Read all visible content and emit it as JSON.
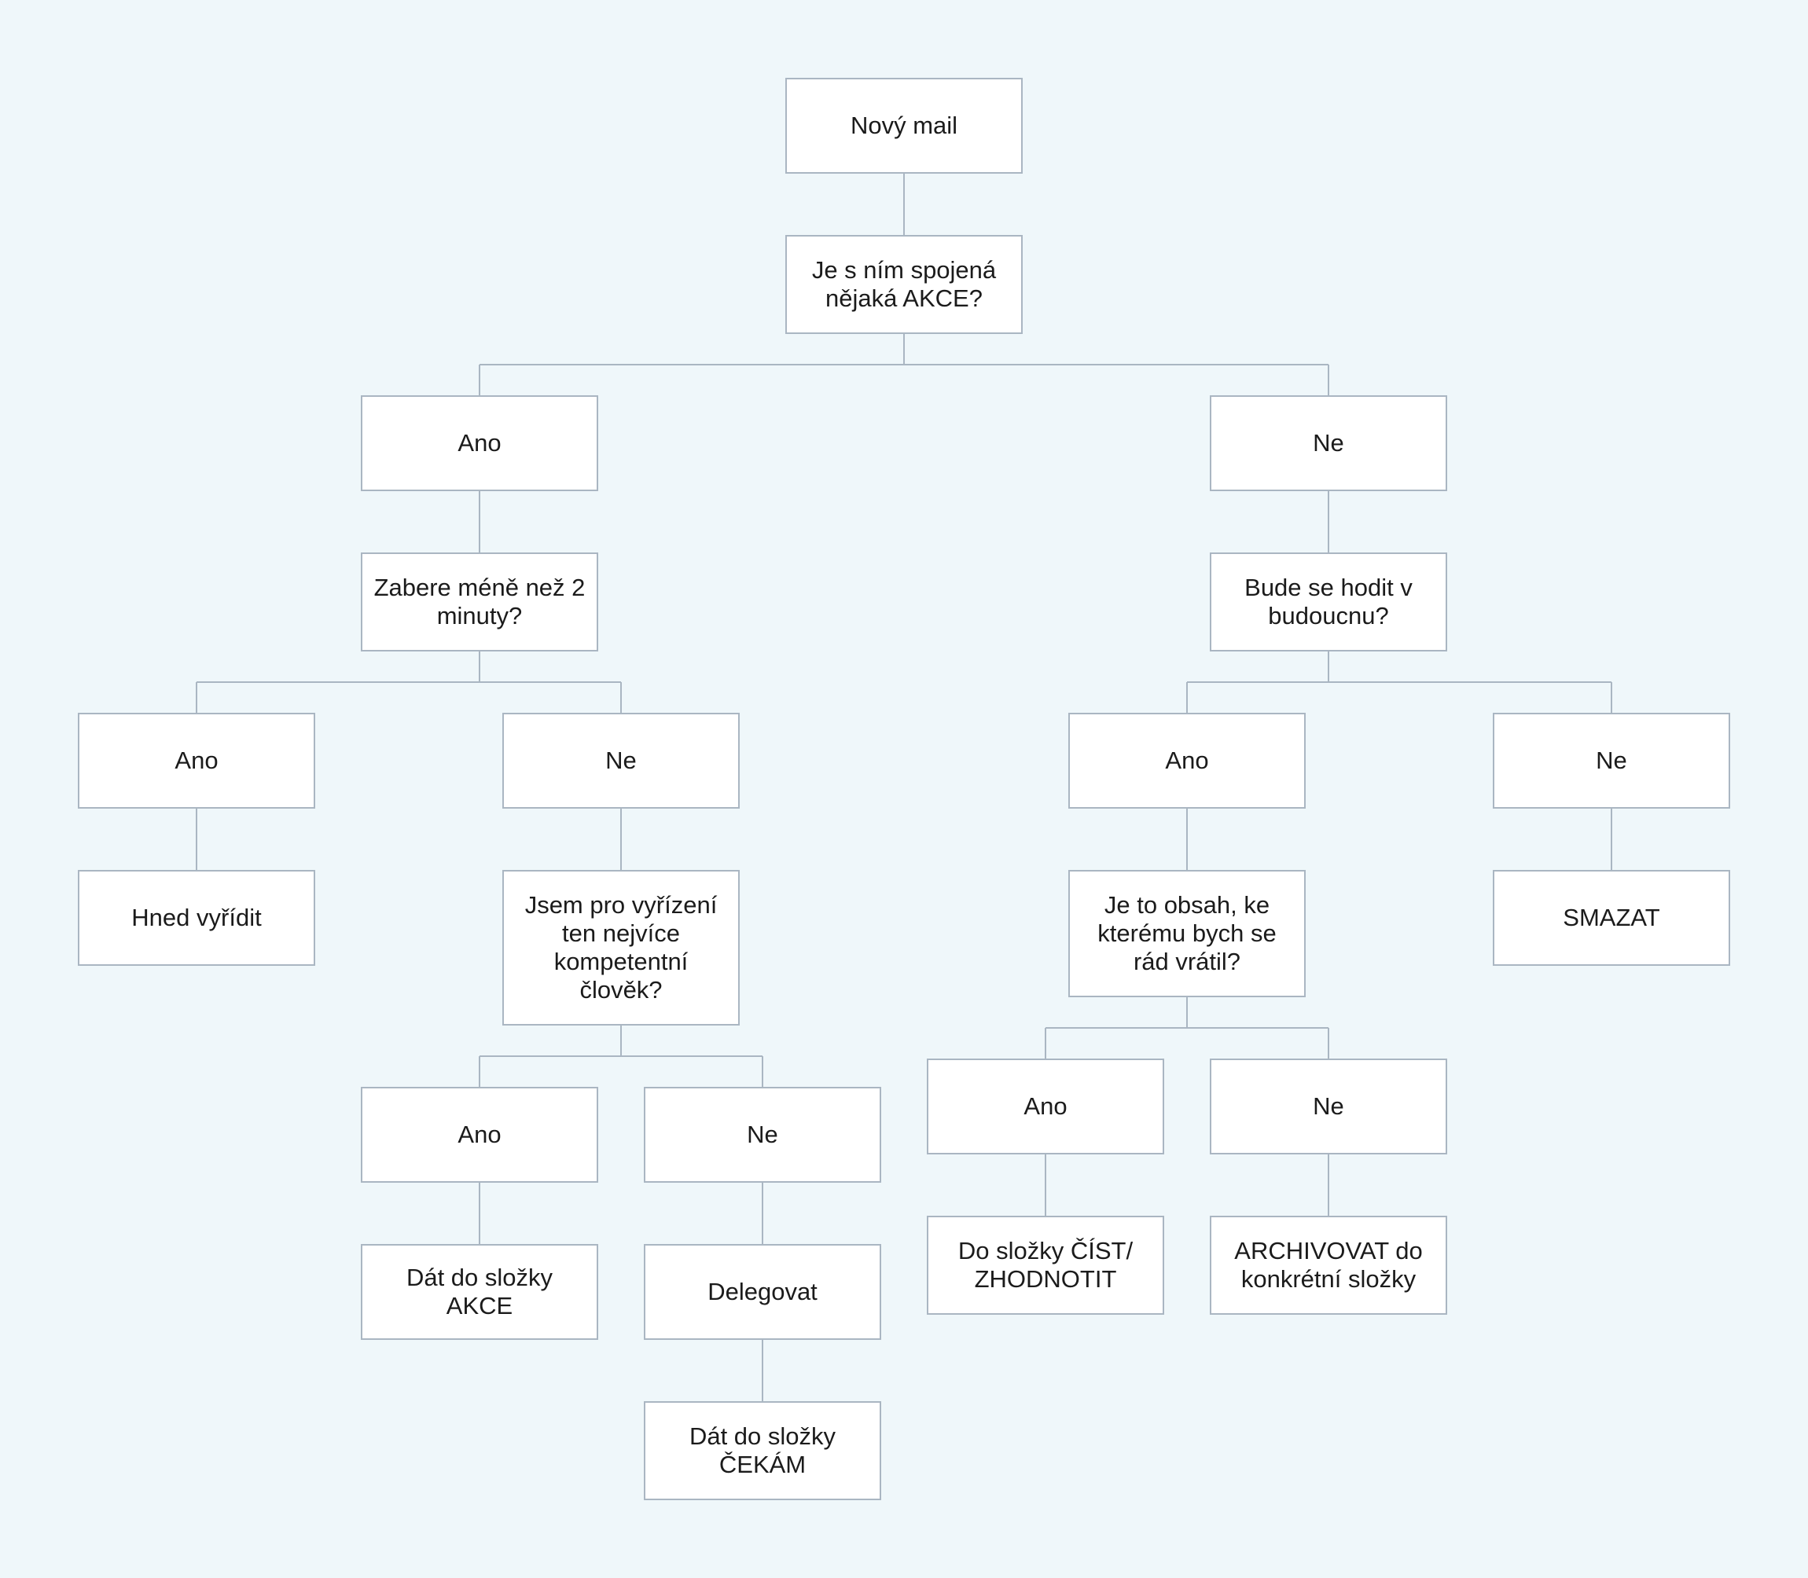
{
  "flowchart": {
    "colors": {
      "background": "#eff7fa",
      "node_border": "#aab6c2",
      "connector": "#aab6c2"
    },
    "nodes": [
      {
        "id": "new_mail",
        "label": "Nový mail"
      },
      {
        "id": "q_action",
        "label": "Je s ním spojená nějaká AKCE?"
      },
      {
        "id": "a_yes",
        "label": "Ano"
      },
      {
        "id": "a_no",
        "label": "Ne"
      },
      {
        "id": "q_2min",
        "label": "Zabere méně než 2 minuty?"
      },
      {
        "id": "q_future",
        "label": "Bude se hodit v budoucnu?"
      },
      {
        "id": "b_yes",
        "label": "Ano"
      },
      {
        "id": "b_no",
        "label": "Ne"
      },
      {
        "id": "c_yes",
        "label": "Ano"
      },
      {
        "id": "c_no",
        "label": "Ne"
      },
      {
        "id": "do_now",
        "label": "Hned vyřídit"
      },
      {
        "id": "q_competent",
        "label": "Jsem pro vyřízení ten nejvíce kompetentní člověk?"
      },
      {
        "id": "q_return",
        "label": "Je to obsah, ke kterému bych se rád vrátil?"
      },
      {
        "id": "delete",
        "label": "SMAZAT"
      },
      {
        "id": "d_yes",
        "label": "Ano"
      },
      {
        "id": "d_no",
        "label": "Ne"
      },
      {
        "id": "e_yes",
        "label": "Ano"
      },
      {
        "id": "e_no",
        "label": "Ne"
      },
      {
        "id": "folder_action",
        "label": "Dát do složky AKCE"
      },
      {
        "id": "delegate",
        "label": "Delegovat"
      },
      {
        "id": "folder_read",
        "label": "Do složky ČÍST/ ZHODNOTIT"
      },
      {
        "id": "archive",
        "label": "ARCHIVOVAT do konkrétní složky"
      },
      {
        "id": "folder_wait",
        "label": "Dát do složky ČEKÁM"
      }
    ],
    "edges": [
      [
        "new_mail",
        "q_action"
      ],
      [
        "q_action",
        "a_yes"
      ],
      [
        "q_action",
        "a_no"
      ],
      [
        "a_yes",
        "q_2min"
      ],
      [
        "a_no",
        "q_future"
      ],
      [
        "q_2min",
        "b_yes"
      ],
      [
        "q_2min",
        "b_no"
      ],
      [
        "q_future",
        "c_yes"
      ],
      [
        "q_future",
        "c_no"
      ],
      [
        "b_yes",
        "do_now"
      ],
      [
        "b_no",
        "q_competent"
      ],
      [
        "c_yes",
        "q_return"
      ],
      [
        "c_no",
        "delete"
      ],
      [
        "q_competent",
        "d_yes"
      ],
      [
        "q_competent",
        "d_no"
      ],
      [
        "q_return",
        "e_yes"
      ],
      [
        "q_return",
        "e_no"
      ],
      [
        "d_yes",
        "folder_action"
      ],
      [
        "d_no",
        "delegate"
      ],
      [
        "e_yes",
        "folder_read"
      ],
      [
        "e_no",
        "archive"
      ],
      [
        "delegate",
        "folder_wait"
      ]
    ]
  }
}
